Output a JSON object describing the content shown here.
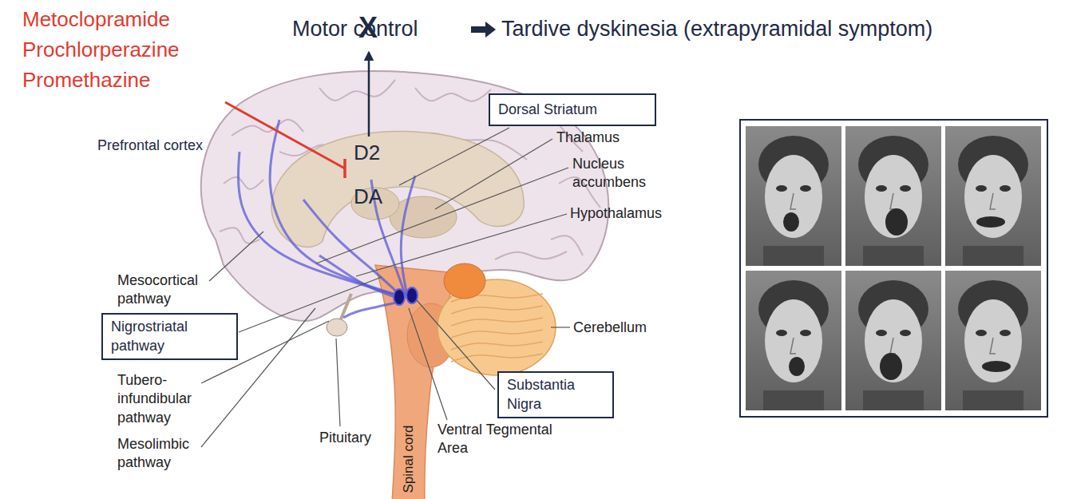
{
  "diagram": {
    "nodes": [
      {
        "text": [
          "Dorsal Striatum"
        ]
      },
      {
        "text": [
          "Nigrostriatal pathway"
        ]
      },
      {
        "text": [
          "Substantia Nigra"
        ]
      }
    ],
    "labels": [
      "Metoclopramide",
      "Prochlorperazine",
      "Promethazine",
      "Motor control",
      "X",
      "Tardive dyskinesia (extrapyramidal symptom)",
      "Prefrontal cortex",
      "D2",
      "DA",
      "Thalamus",
      "Nucleus accumbens",
      "Hypothalamus",
      "Mesocortical pathway",
      "Tubero- infundibular pathway",
      "Mesolimbic pathway",
      "Pituitary",
      "Spinal cord",
      "Ventral Tegmental Area",
      "Cerebellum"
    ]
  }
}
